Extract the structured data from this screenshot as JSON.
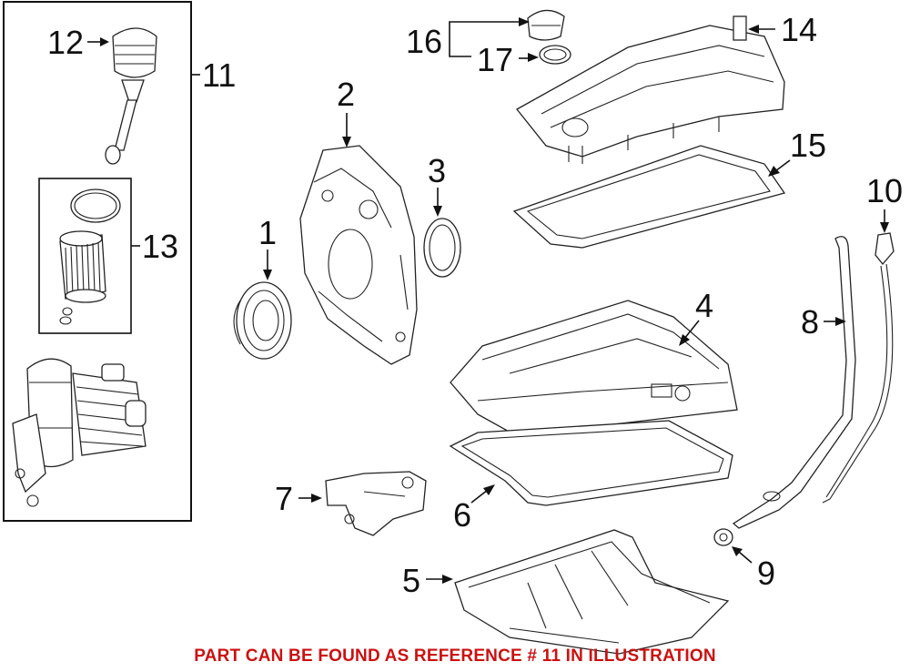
{
  "callouts": [
    "1",
    "2",
    "3",
    "4",
    "5",
    "6",
    "7",
    "8",
    "9",
    "10",
    "11",
    "12",
    "13",
    "14",
    "15",
    "16",
    "17"
  ],
  "footer_note": "PART CAN BE FOUND AS REFERENCE # 11 IN ILLUSTRATION",
  "colors": {
    "note": "#cc1111",
    "ink": "#111111",
    "background": "#ffffff"
  }
}
